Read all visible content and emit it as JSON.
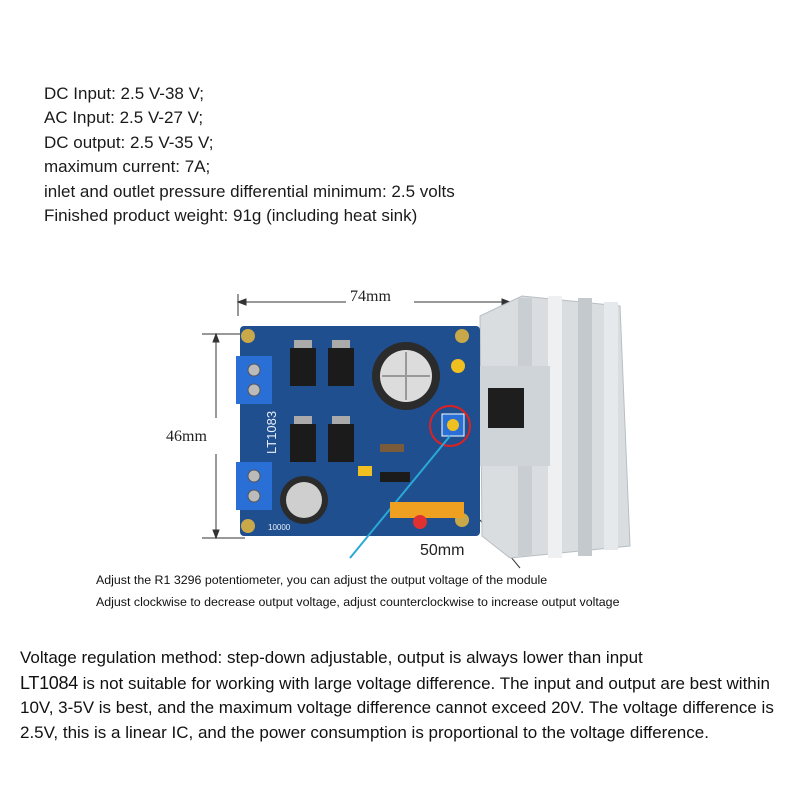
{
  "specs": [
    "DC Input: 2.5 V-38 V;",
    "AC Input: 2.5 V-27 V;",
    "DC output: 2.5 V-35 V;",
    "maximum current: 7A;",
    "inlet and outlet pressure differential minimum: 2.5 volts",
    "Finished product weight: 91g (including heat sink)"
  ],
  "dimensions": {
    "width": "74mm",
    "height": "46mm",
    "heatsink": "50mm"
  },
  "board": {
    "chip_label": "LT1083",
    "capacitor_label": "10000"
  },
  "notes": [
    "Adjust the R1 3296 potentiometer, you can adjust the output voltage of the module",
    "Adjust clockwise to decrease output voltage, adjust counterclockwise to increase output voltage"
  ],
  "method": {
    "line1": "Voltage regulation method: step-down adjustable, output is always lower than input",
    "part": "LT1084",
    "line2_rest": " is not suitable for working with large voltage difference. The input and output are best within 10V, 3-5V is best, and the maximum voltage difference cannot exceed 20V. The voltage difference is 2.5V, this is a linear IC, and the power consumption is proportional to the voltage difference."
  },
  "colors": {
    "pcb": "#1f4f8f",
    "heatsink": "#d9dde0",
    "terminal": "#2a6fd6",
    "capacitor": "#2b2b2b"
  }
}
